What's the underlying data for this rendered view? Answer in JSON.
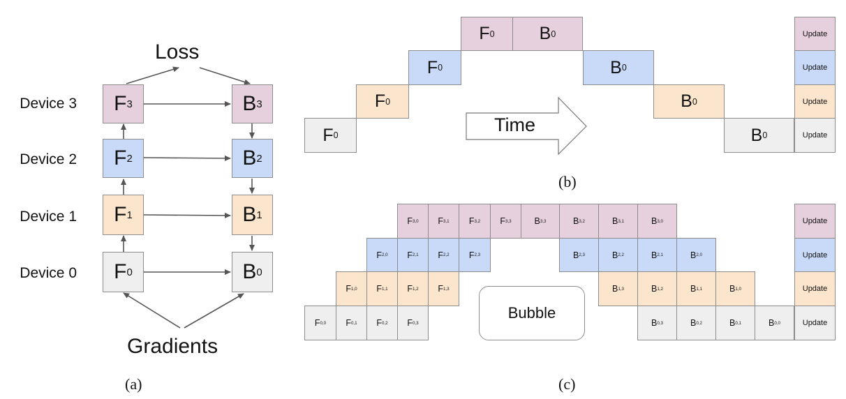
{
  "panel_a": {
    "loss_label": "Loss",
    "gradients_label": "Gradients",
    "caption": "(a)",
    "devices": [
      {
        "label": "Device 3",
        "f_base": "F",
        "f_sub": "3",
        "b_base": "B",
        "b_sub": "3",
        "color": "#e6d0de"
      },
      {
        "label": "Device 2",
        "f_base": "F",
        "f_sub": "2",
        "b_base": "B",
        "b_sub": "2",
        "color": "#c9daf8"
      },
      {
        "label": "Device 1",
        "f_base": "F",
        "f_sub": "1",
        "b_base": "B",
        "b_sub": "1",
        "color": "#fce5cd"
      },
      {
        "label": "Device 0",
        "f_base": "F",
        "f_sub": "0",
        "b_base": "B",
        "b_sub": "0",
        "color": "#efefef"
      }
    ]
  },
  "panel_b": {
    "caption": "(b)",
    "time_label": "Time",
    "update_label": "Update",
    "cells": {
      "d3_f": {
        "base": "F",
        "sub": "0"
      },
      "d3_b": {
        "base": "B",
        "sub": "0"
      },
      "d2_f": {
        "base": "F",
        "sub": "0"
      },
      "d2_b": {
        "base": "B",
        "sub": "0"
      },
      "d1_f": {
        "base": "F",
        "sub": "0"
      },
      "d1_b": {
        "base": "B",
        "sub": "0"
      },
      "d0_f": {
        "base": "F",
        "sub": "0"
      },
      "d0_b": {
        "base": "B",
        "sub": "0"
      }
    }
  },
  "panel_c": {
    "caption": "(c)",
    "bubble_label": "Bubble",
    "update_label": "Update",
    "rows": {
      "d3_f": [
        [
          "F",
          "3,0"
        ],
        [
          "F",
          "3,1"
        ],
        [
          "F",
          "3,2"
        ],
        [
          "F",
          "3,3"
        ]
      ],
      "d3_b": [
        [
          "B",
          "3,3"
        ],
        [
          "B",
          "3,2"
        ],
        [
          "B",
          "3,1"
        ],
        [
          "B",
          "3,0"
        ]
      ],
      "d2_f": [
        [
          "F",
          "2,0"
        ],
        [
          "F",
          "2,1"
        ],
        [
          "F",
          "2,2"
        ],
        [
          "F",
          "2,3"
        ]
      ],
      "d2_b": [
        [
          "B",
          "2,3"
        ],
        [
          "B",
          "2,2"
        ],
        [
          "B",
          "2,1"
        ],
        [
          "B",
          "2,0"
        ]
      ],
      "d1_f": [
        [
          "F",
          "1,0"
        ],
        [
          "F",
          "1,1"
        ],
        [
          "F",
          "1,2"
        ],
        [
          "F",
          "1,3"
        ]
      ],
      "d1_b": [
        [
          "B",
          "1,3"
        ],
        [
          "B",
          "1,2"
        ],
        [
          "B",
          "1,1"
        ],
        [
          "B",
          "1,0"
        ]
      ],
      "d0_f": [
        [
          "F",
          "0,0"
        ],
        [
          "F",
          "0,1"
        ],
        [
          "F",
          "0,2"
        ],
        [
          "F",
          "0,3"
        ]
      ],
      "d0_b": [
        [
          "B",
          "0,3"
        ],
        [
          "B",
          "0,2"
        ],
        [
          "B",
          "0,1"
        ],
        [
          "B",
          "0,0"
        ]
      ]
    }
  },
  "colors": {
    "purple": "#e6d0de",
    "blue": "#c9daf8",
    "orange": "#fce5cd",
    "gray": "#efefef",
    "border": "#8c8c8c",
    "arrow": "#555555"
  }
}
